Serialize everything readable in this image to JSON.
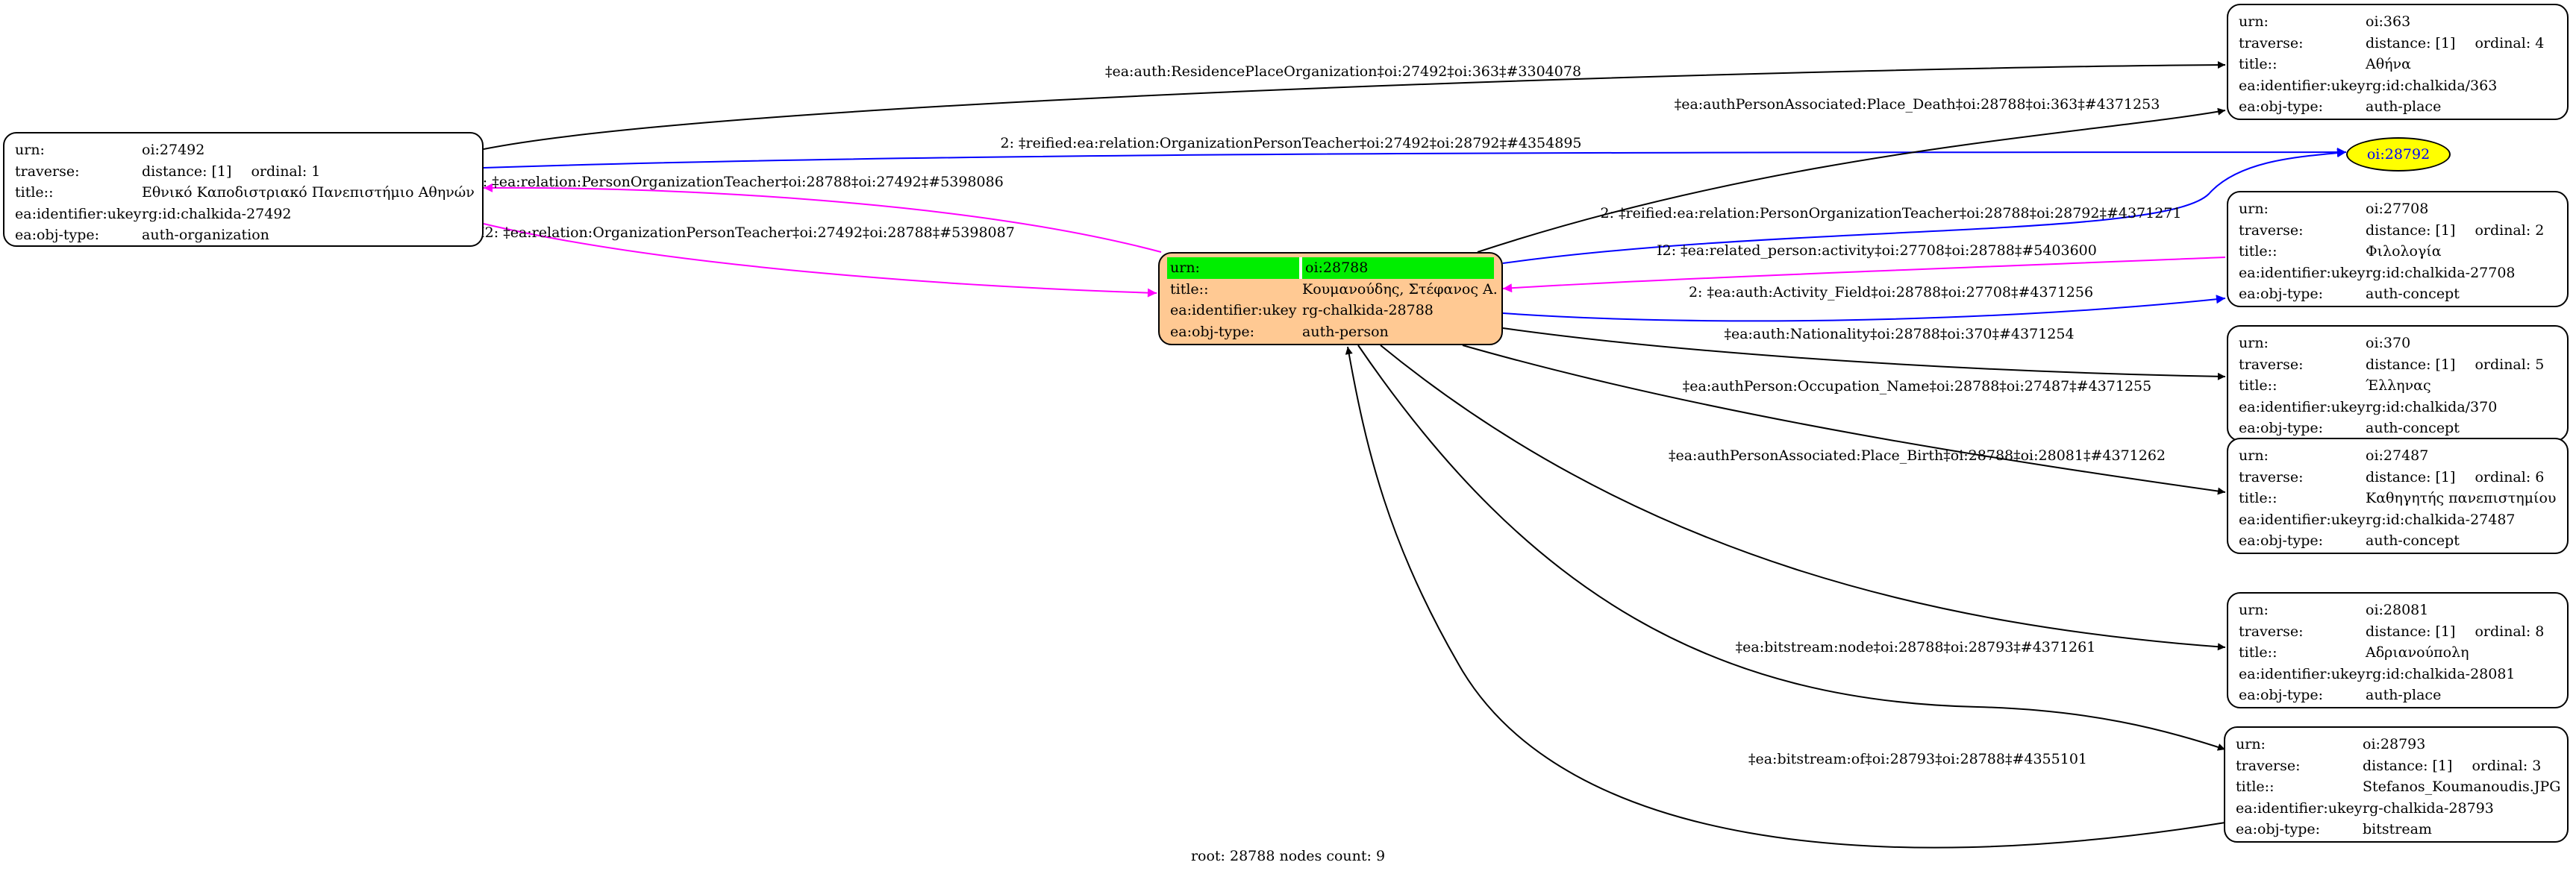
{
  "nodes": {
    "n27492": {
      "rows": [
        {
          "k": "urn:",
          "v": "oi:27492"
        },
        {
          "k": "traverse:",
          "v": "distance: [1]",
          "ord": "ordinal: 1"
        },
        {
          "k": "title::",
          "v": "Εθνικό Καποδιστριακό Πανεπιστήμιο Αθηνών"
        },
        {
          "k": "ea:identifier:ukey",
          "v": "rg:id:chalkida-27492"
        },
        {
          "k": "ea:obj-type:",
          "v": "auth-organization"
        }
      ]
    },
    "n28788": {
      "rows": [
        {
          "k": "urn:",
          "v": "oi:28788"
        },
        {
          "k": "title::",
          "v": "Κουμανούδης, Στέφανος Α."
        },
        {
          "k": "ea:identifier:ukey",
          "v": "rg-chalkida-28788"
        },
        {
          "k": "ea:obj-type:",
          "v": "auth-person"
        }
      ]
    },
    "n363": {
      "rows": [
        {
          "k": "urn:",
          "v": "oi:363"
        },
        {
          "k": "traverse:",
          "v": "distance: [1]",
          "ord": "ordinal: 4"
        },
        {
          "k": "title::",
          "v": "Αθήνα"
        },
        {
          "k": "ea:identifier:ukey",
          "v": "rg:id:chalkida/363"
        },
        {
          "k": "ea:obj-type:",
          "v": "auth-place"
        }
      ]
    },
    "n27708": {
      "rows": [
        {
          "k": "urn:",
          "v": "oi:27708"
        },
        {
          "k": "traverse:",
          "v": "distance: [1]",
          "ord": "ordinal: 2"
        },
        {
          "k": "title::",
          "v": "Φιλολογία"
        },
        {
          "k": "ea:identifier:ukey",
          "v": "rg:id:chalkida-27708"
        },
        {
          "k": "ea:obj-type:",
          "v": "auth-concept"
        }
      ]
    },
    "n370": {
      "rows": [
        {
          "k": "urn:",
          "v": "oi:370"
        },
        {
          "k": "traverse:",
          "v": "distance: [1]",
          "ord": "ordinal: 5"
        },
        {
          "k": "title::",
          "v": "Έλληνας"
        },
        {
          "k": "ea:identifier:ukey",
          "v": "rg:id:chalkida/370"
        },
        {
          "k": "ea:obj-type:",
          "v": "auth-concept"
        }
      ]
    },
    "n27487": {
      "rows": [
        {
          "k": "urn:",
          "v": "oi:27487"
        },
        {
          "k": "traverse:",
          "v": "distance: [1]",
          "ord": "ordinal: 6"
        },
        {
          "k": "title::",
          "v": "Καθηγητής πανεπιστημίου"
        },
        {
          "k": "ea:identifier:ukey",
          "v": "rg:id:chalkida-27487"
        },
        {
          "k": "ea:obj-type:",
          "v": "auth-concept"
        }
      ]
    },
    "n28081": {
      "rows": [
        {
          "k": "urn:",
          "v": "oi:28081"
        },
        {
          "k": "traverse:",
          "v": "distance: [1]",
          "ord": "ordinal: 8"
        },
        {
          "k": "title::",
          "v": "Αδριανούπολη"
        },
        {
          "k": "ea:identifier:ukey",
          "v": "rg:id:chalkida-28081"
        },
        {
          "k": "ea:obj-type:",
          "v": "auth-place"
        }
      ]
    },
    "n28793": {
      "rows": [
        {
          "k": "urn:",
          "v": "oi:28793"
        },
        {
          "k": "traverse:",
          "v": "distance: [1]",
          "ord": "ordinal: 3"
        },
        {
          "k": "title::",
          "v": "Stefanos_Koumanoudis.JPG"
        },
        {
          "k": "ea:identifier:ukey",
          "v": "rg-chalkida-28793"
        },
        {
          "k": "ea:obj-type:",
          "v": "bitstream"
        }
      ]
    },
    "n28792": {
      "label": "oi:28792"
    }
  },
  "edges": {
    "e1": "‡ea:auth:ResidencePlaceOrganization‡oi:27492‡oi:363‡#3304078",
    "e2": "2: ‡reified:ea:relation:OrganizationPersonTeacher‡oi:27492‡oi:28792‡#4354895",
    "e3": "I2: ‡ea:relation:PersonOrganizationTeacher‡oi:28788‡oi:27492‡#5398086",
    "e4": "I2: ‡ea:relation:OrganizationPersonTeacher‡oi:27492‡oi:28788‡#5398087",
    "e5": "‡ea:authPersonAssociated:Place_Death‡oi:28788‡oi:363‡#4371253",
    "e6": "2: ‡reified:ea:relation:PersonOrganizationTeacher‡oi:28788‡oi:28792‡#4371271",
    "e7": "I2: ‡ea:related_person:activity‡oi:27708‡oi:28788‡#5403600",
    "e8": "2: ‡ea:auth:Activity_Field‡oi:28788‡oi:27708‡#4371256",
    "e9": "‡ea:auth:Nationality‡oi:28788‡oi:370‡#4371254",
    "e10": "‡ea:authPerson:Occupation_Name‡oi:28788‡oi:27487‡#4371255",
    "e11": "‡ea:authPersonAssociated:Place_Birth‡oi:28788‡oi:28081‡#4371262",
    "e12": "‡ea:bitstream:node‡oi:28788‡oi:28793‡#4371261",
    "e13": "‡ea:bitstream:of‡oi:28793‡oi:28788‡#4355101"
  },
  "colors": {
    "black": "#000000",
    "blue": "#0000ff",
    "magenta": "#ff00ff",
    "root_fill": "#ffc993",
    "root_header": "#00ee00",
    "ellipse_fill": "#ffff00"
  },
  "footer": "root: 28788 nodes count: 9"
}
